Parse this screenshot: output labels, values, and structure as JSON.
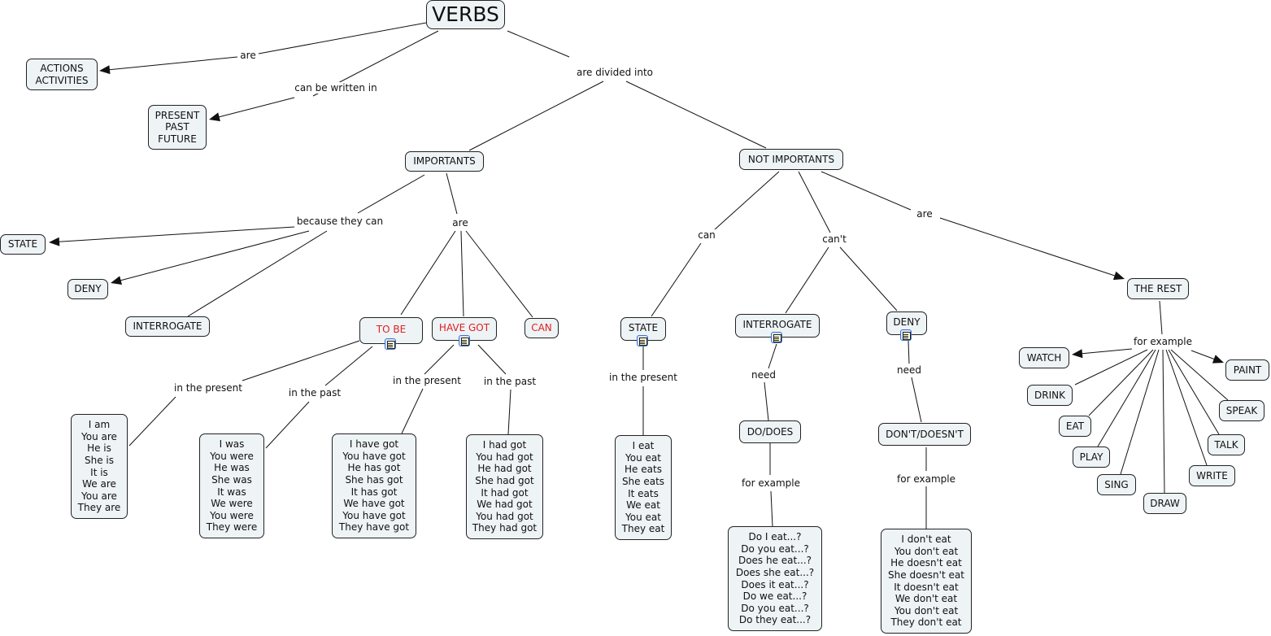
{
  "colors": {
    "node_fill": "#eef3f6",
    "node_border": "#222222",
    "red_text": "#e02020",
    "line": "#111111"
  },
  "nodes": {
    "verbs": "VERBS",
    "actions": "ACTIONS\nACTIVITIES",
    "tenses": "PRESENT\nPAST\nFUTURE",
    "importants": "IMPORTANTS",
    "not_importants": "NOT IMPORTANTS",
    "state_left": "STATE",
    "deny_left": "DENY",
    "interrogate_left": "INTERROGATE",
    "to_be": "TO BE",
    "have_got": "HAVE GOT",
    "can": "CAN",
    "state_mid": "STATE",
    "interrogate_mid": "INTERROGATE",
    "deny_mid": "DENY",
    "the_rest": "THE REST",
    "do_does": "DO/DOES",
    "dont_doesnt": "DON'T/DOESN'T",
    "tobe_present": "I am\nYou are\nHe is\nShe is\nIt is\nWe are\nYou are\nThey are",
    "tobe_past": "I was\nYou were\nHe was\nShe was\nIt was\nWe were\nYou were\nThey were",
    "havegot_present": "I have got\nYou have got\nHe has got\nShe has got\nIt has got\nWe have got\nYou have got\nThey have got",
    "havegot_past": "I had got\nYou had got\nHe had got\nShe had got\nIt had got\nWe had got\nYou had got\nThey had got",
    "eat_present": "I eat\nYou eat\nHe eats\nShe eats\nIt eats\nWe eat\nYou eat\nThey eat",
    "eat_questions": "Do I eat...?\nDo you eat...?\nDoes he eat...?\nDoes she eat...?\nDoes it eat...?\nDo we eat...?\nDo you eat...?\nDo they eat...?",
    "eat_negatives": "I don't eat\nYou don't eat\nHe doesn't eat\nShe doesn't eat\nIt doesn't eat\nWe don't eat\nYou don't eat\nThey don't eat",
    "watch": "WATCH",
    "drink": "DRINK",
    "eat": "EAT",
    "play": "PLAY",
    "sing": "SING",
    "draw": "DRAW",
    "write": "WRITE",
    "talk": "TALK",
    "speak": "SPEAK",
    "paint": "PAINT"
  },
  "labels": {
    "are_1": "are",
    "written_in": "can be written in",
    "divided_into": "are divided into",
    "because": "because they can",
    "are_2": "are",
    "tobe_present": "in the present",
    "tobe_past": "in the past",
    "hg_present": "in the present",
    "hg_past": "in the past",
    "can": "can",
    "cant": "can't",
    "are_3": "are",
    "state_present": "in the present",
    "need_1": "need",
    "need_2": "need",
    "for_ex_1": "for example",
    "for_ex_2": "for example",
    "for_ex_3": "for example"
  }
}
